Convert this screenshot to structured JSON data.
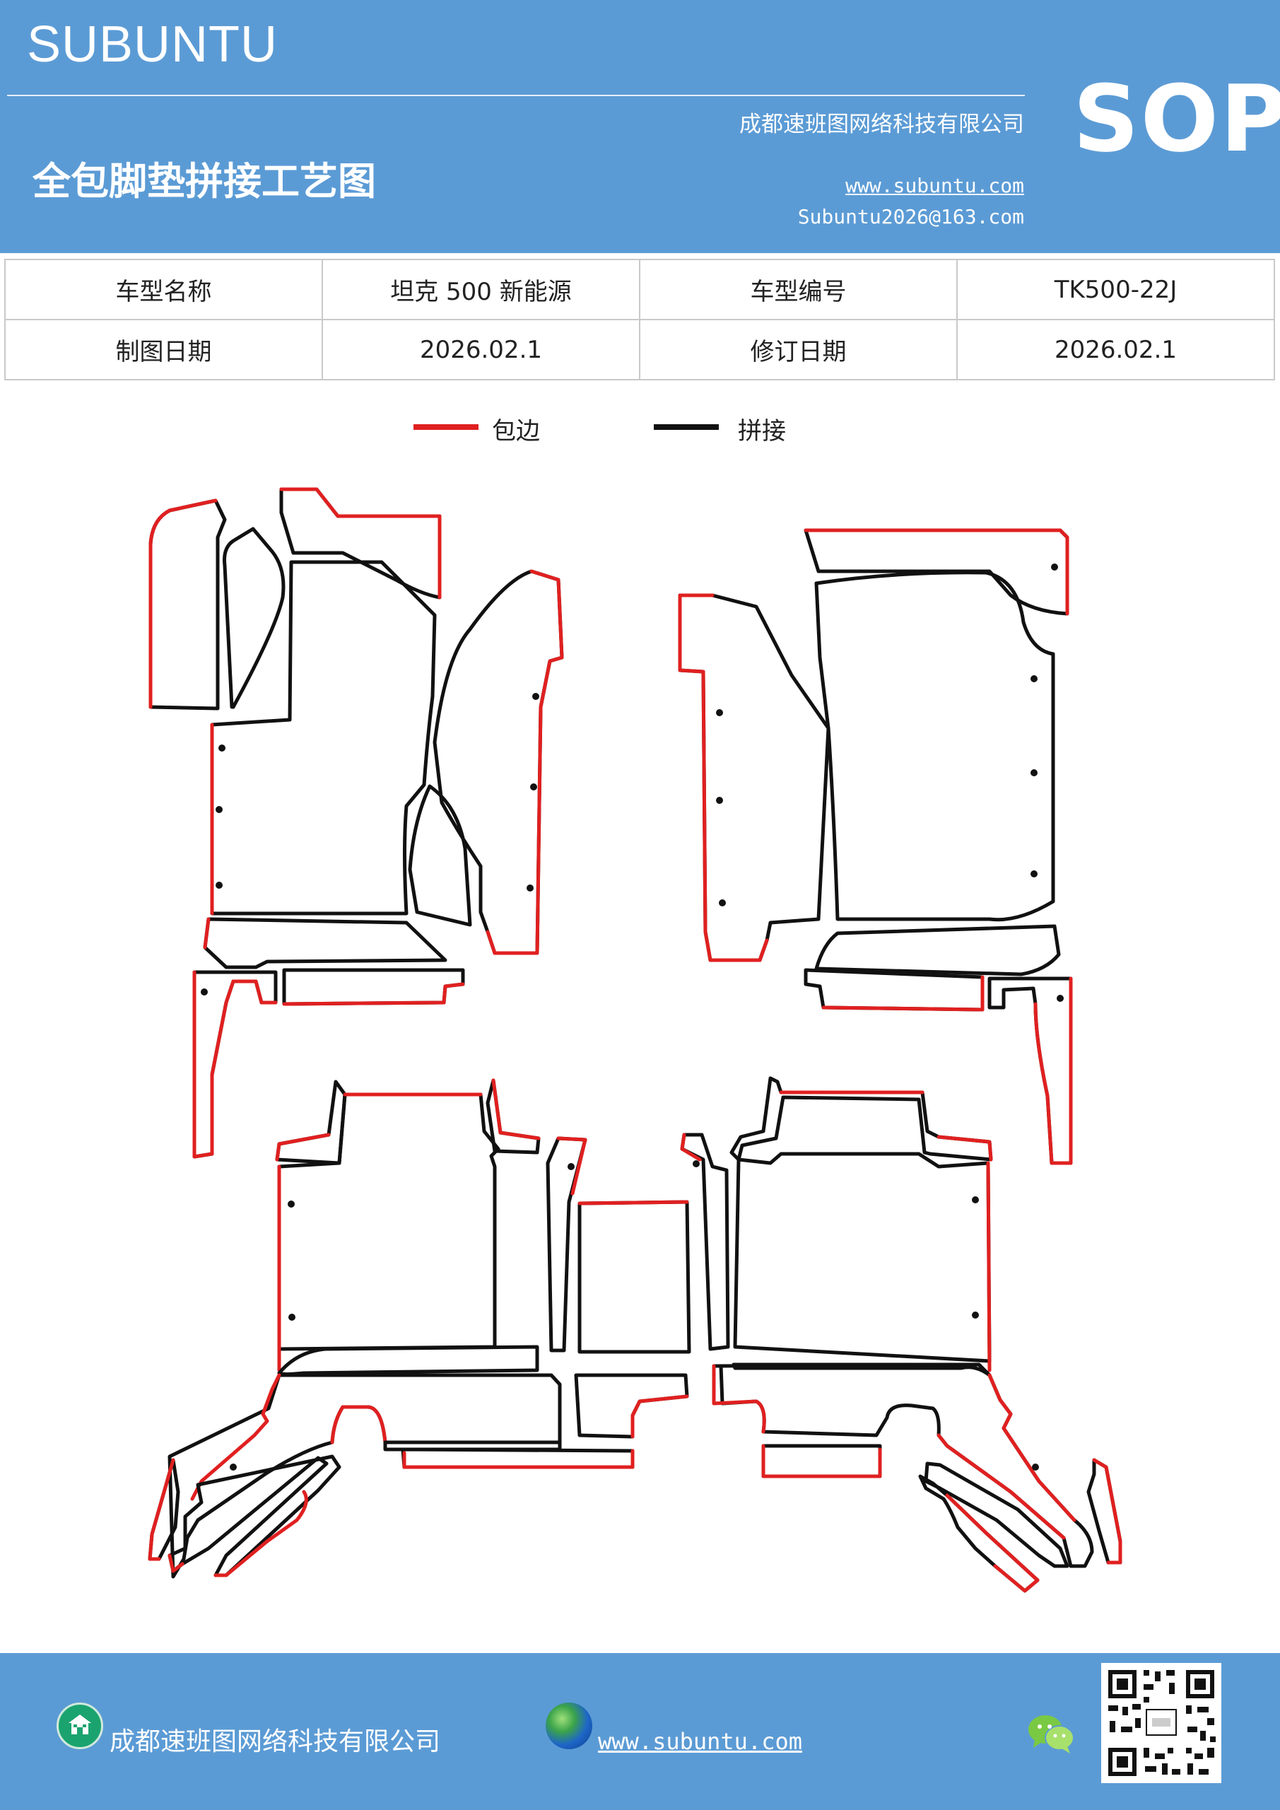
{
  "header": {
    "brand": "SUBUNTU",
    "sop": "SOP",
    "company": "成都速班图网络科技有限公司",
    "title": "全包脚垫拼接工艺图",
    "url": "www.subuntu.com",
    "email": "Subuntu2026@163.com"
  },
  "info": {
    "model_name_label": "车型名称",
    "model_name": "坦克 500 新能源",
    "model_code_label": "车型编号",
    "model_code": "TK500-22J",
    "draw_date_label": "制图日期",
    "draw_date": "2026.02.1",
    "revise_date_label": "修订日期",
    "revise_date": "2026.02.1"
  },
  "legend": {
    "edge_label": "包边",
    "edge_color": "#e02020",
    "seam_label": "拼接",
    "seam_color": "#111111"
  },
  "footer": {
    "company": "成都速班图网络科技有限公司",
    "url": "www.subuntu.com",
    "icons": [
      "house-icon",
      "globe-icon",
      "wechat-icon",
      "qr-code"
    ]
  },
  "colors": {
    "header_bg": "#5b9bd5",
    "footer_bg": "#5b9bd5"
  }
}
